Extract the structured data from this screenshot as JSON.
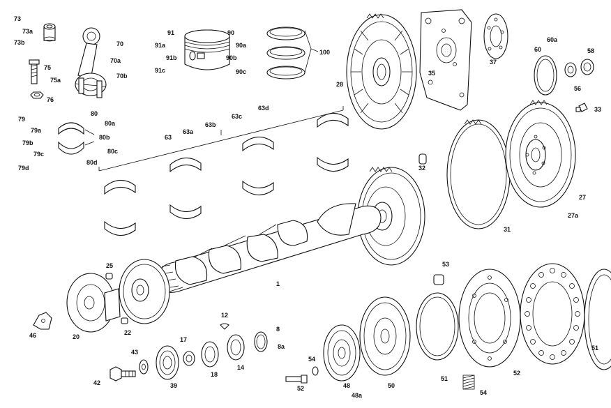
{
  "labels": {
    "l73": "73",
    "l73a": "73a",
    "l73b": "73b",
    "l75": "75",
    "l75a": "75a",
    "l76": "76",
    "l70": "70",
    "l70a": "70a",
    "l70b": "70b",
    "l91": "91",
    "l91a": "91a",
    "l91b": "91b",
    "l91c": "91c",
    "l90": "90",
    "l90a": "90a",
    "l90b": "90b",
    "l90c": "90c",
    "l100": "100",
    "l28": "28",
    "l35": "35",
    "l37": "37",
    "l60": "60",
    "l60a": "60a",
    "l58": "58",
    "l56": "56",
    "l33": "33",
    "l79": "79",
    "l79a": "79a",
    "l79b": "79b",
    "l79c": "79c",
    "l79d": "79d",
    "l80": "80",
    "l80a": "80a",
    "l80b": "80b",
    "l80c": "80c",
    "l80d": "80d",
    "l63": "63",
    "l63a": "63a",
    "l63b": "63b",
    "l63c": "63c",
    "l63d": "63d",
    "l32": "32",
    "l27": "27",
    "l27a": "27a",
    "l31": "31",
    "l1": "1",
    "l53": "53",
    "l25": "25",
    "l20": "20",
    "l22": "22",
    "l46": "46",
    "l12": "12",
    "l17": "17",
    "l8": "8",
    "l8a": "8a",
    "l43": "43",
    "l42": "42",
    "l39": "39",
    "l18": "18",
    "l14": "14",
    "l54a": "54",
    "l52a": "52",
    "l48": "48",
    "l48a": "48a",
    "l50": "50",
    "l51a": "51",
    "l54b": "54",
    "l52b": "52",
    "l51b": "51"
  }
}
